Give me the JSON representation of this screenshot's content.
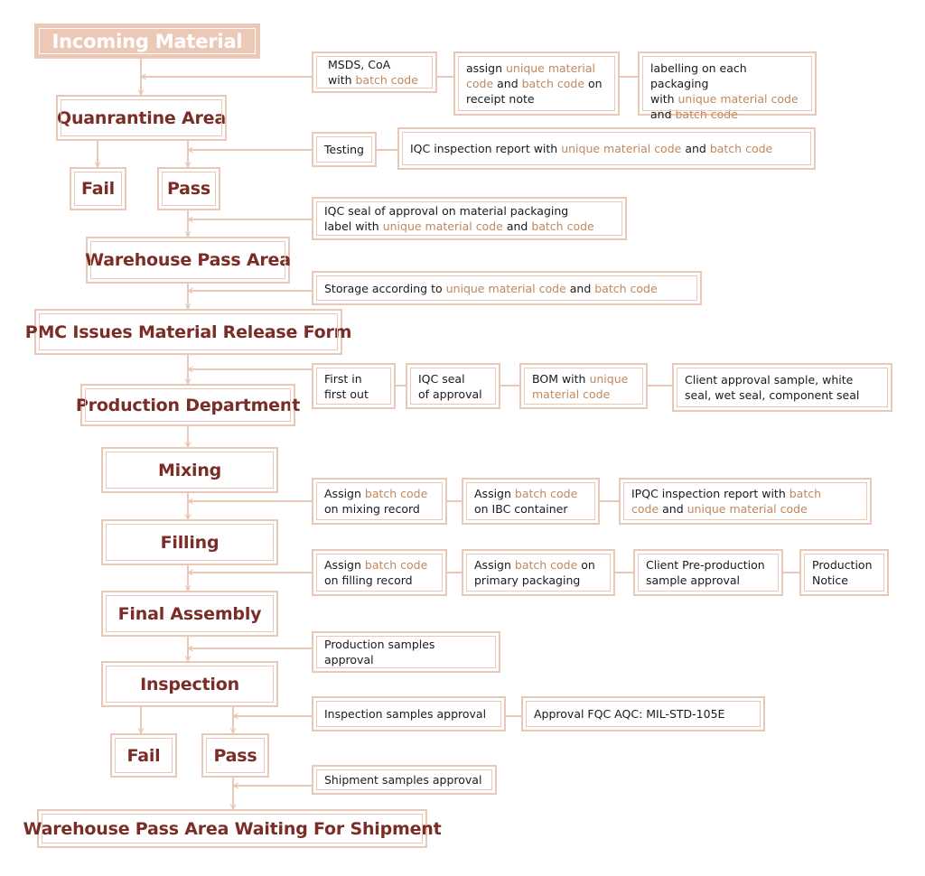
{
  "colors": {
    "line": "#eac8b8",
    "heading": "#7a2c27",
    "highlight": "#c0885d",
    "fill": "#ecc8b6"
  },
  "steps": {
    "incoming": "Incoming Material",
    "quarantine": "Quanrantine Area",
    "fail1": "Fail",
    "pass1": "Pass",
    "warehouse": "Warehouse Pass Area",
    "pmc": "PMC Issues Material Release Form",
    "production": "Production Department",
    "mixing": "Mixing",
    "filling": "Filling",
    "assembly": "Final Assembly",
    "inspection": "Inspection",
    "fail2": "Fail",
    "pass2": "Pass",
    "shipment": "Warehouse Pass Area Waiting For Shipment"
  },
  "notes": {
    "msds": {
      "a": "MSDS, CoA",
      "b": "with ",
      "c": "batch code"
    },
    "assign_receipt": {
      "a": "assign ",
      "b": "unique material",
      "c": "code",
      "d": " and ",
      "e": "batch code",
      "f": " on",
      "g": "receipt note"
    },
    "labelling": {
      "a": "labelling on each packaging",
      "b": "with ",
      "c": "unique material code",
      "d": "and ",
      "e": "batch code"
    },
    "testing": "Testing",
    "iqc_report": {
      "a": "IQC inspection report with ",
      "b": "unique material code",
      "c": " and ",
      "d": "batch code"
    },
    "iqc_seal_label": {
      "a": "IQC seal of approval on material packaging",
      "b": "label with ",
      "c": "unique material code",
      "d": " and ",
      "e": "batch code"
    },
    "storage": {
      "a": "Storage according to ",
      "b": "unique material code",
      "c": " and ",
      "d": "batch code"
    },
    "fifo": {
      "a": "First in",
      "b": "first out"
    },
    "iqc_seal": {
      "a": "IQC seal",
      "b": "of approval"
    },
    "bom": {
      "a": "BOM with ",
      "b": "unique",
      "c": "material code"
    },
    "client_sample": {
      "a": "Client approval sample, white",
      "b": "seal, wet seal, component seal"
    },
    "mix_record": {
      "a": "Assign ",
      "b": "batch code",
      "c": "on mixing record"
    },
    "ibc": {
      "a": "Assign ",
      "b": "batch code",
      "c": "on IBC container"
    },
    "ipqc": {
      "a": "IPQC inspection report with ",
      "b": "batch",
      "c": "code",
      "d": " and ",
      "e": "unique material code"
    },
    "fill_record": {
      "a": "Assign ",
      "b": "batch code",
      "c": "on filling record"
    },
    "primary_pack": {
      "a": "Assign ",
      "b": "batch code",
      "c": " on",
      "d": "primary packaging"
    },
    "preprod": {
      "a": "Client Pre-production",
      "b": "sample approval"
    },
    "prod_notice": {
      "a": "Production",
      "b": "Notice"
    },
    "prod_samples": {
      "a": "Production samples",
      "b": "approval"
    },
    "insp_samples": "Inspection samples approval",
    "fqc": "Approval FQC AQC: MIL-STD-105E",
    "ship_samples": "Shipment samples approval"
  }
}
